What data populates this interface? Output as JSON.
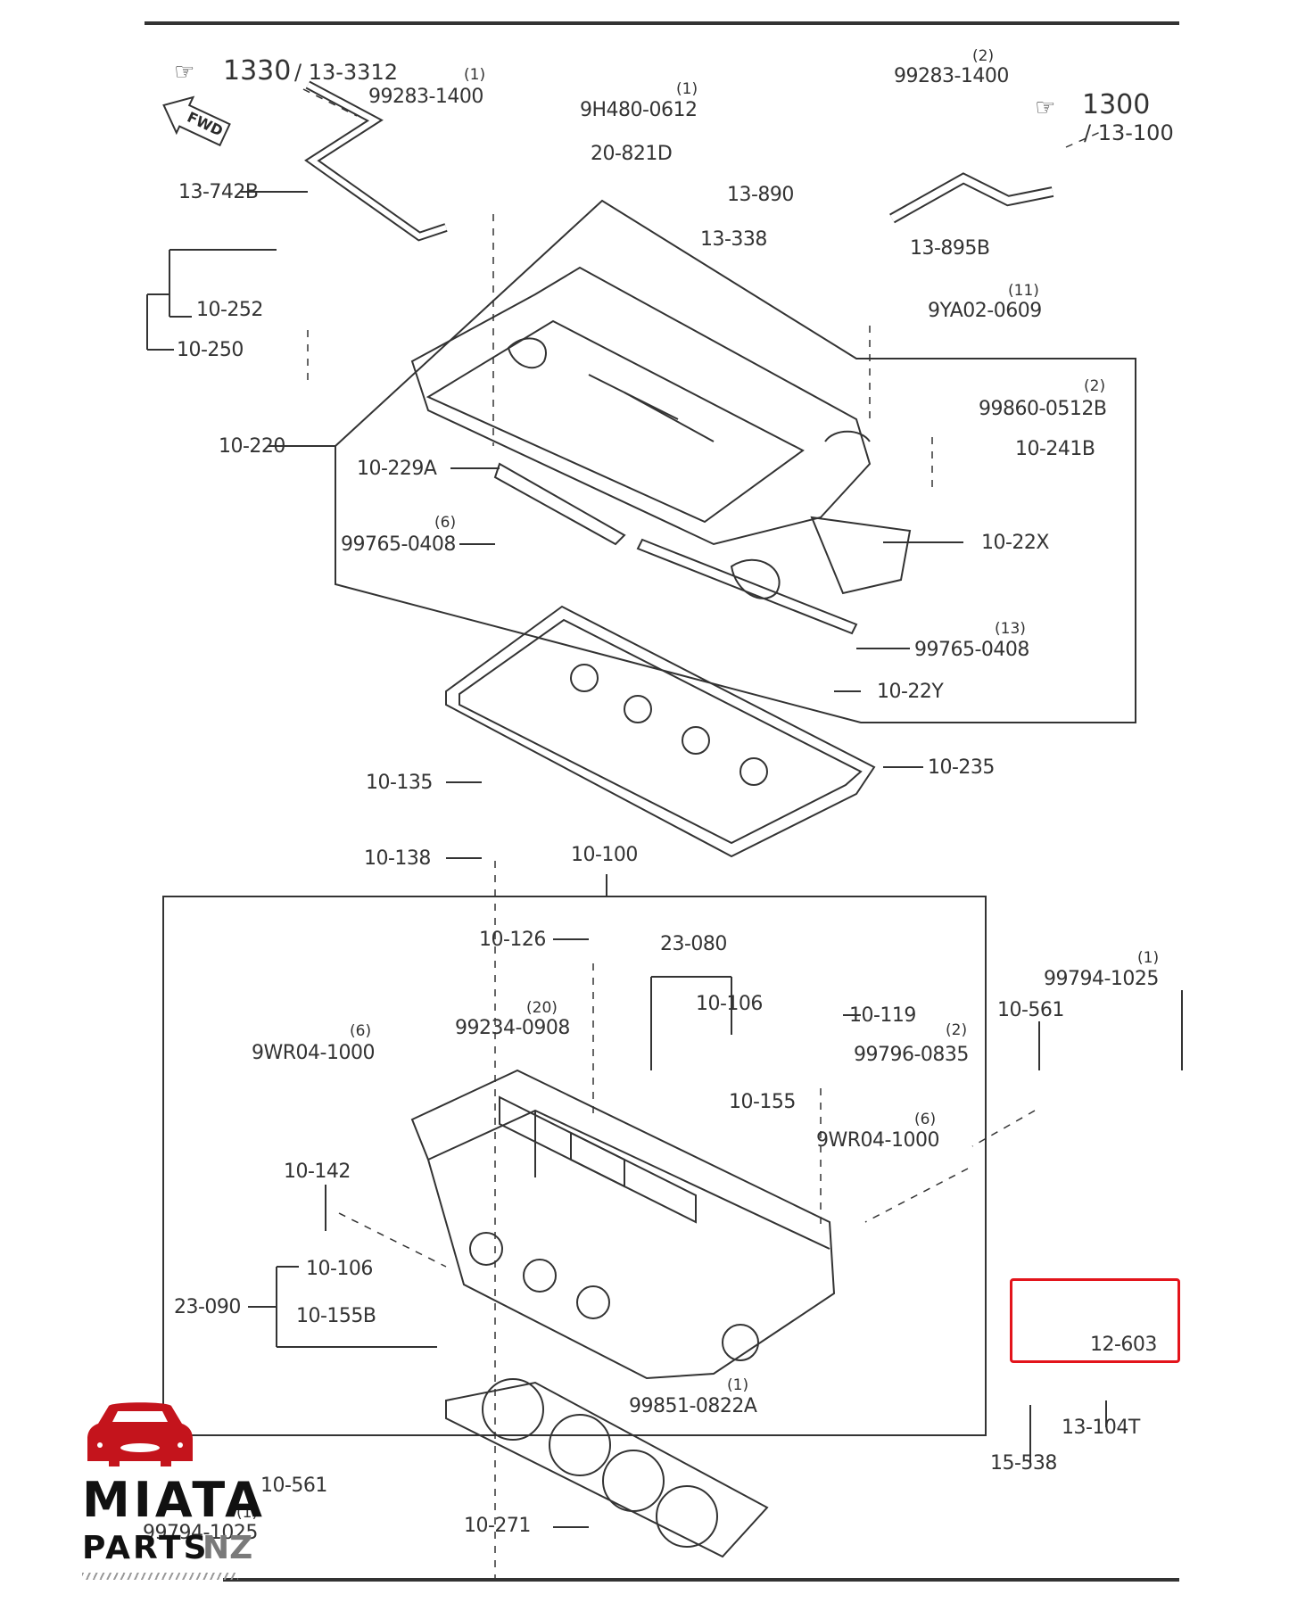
{
  "diagram": {
    "title": "Cylinder Head / Cylinder Head Cover exploded parts diagram",
    "highlight_color": "#e3141b",
    "highlighted_part": "12-603",
    "references": [
      {
        "id": "ref-1330",
        "icon": "pointing-hand-icon",
        "text": "1330",
        "sub": "/ 13-3312"
      },
      {
        "id": "ref-1300",
        "icon": "pointing-hand-icon",
        "text": "1300",
        "sub": "/ 13-100"
      }
    ],
    "fwd_label": "FWD",
    "parts": [
      {
        "id": "13-742B",
        "label": "13-742B"
      },
      {
        "id": "99283-1400-a",
        "label": "99283-1400",
        "qty": "(1)"
      },
      {
        "id": "9H480-0612",
        "label": "9H480-0612",
        "qty": "(1)"
      },
      {
        "id": "20-821D",
        "label": "20-821D"
      },
      {
        "id": "99283-1400-b",
        "label": "99283-1400",
        "qty": "(2)"
      },
      {
        "id": "13-890",
        "label": "13-890"
      },
      {
        "id": "13-338",
        "label": "13-338"
      },
      {
        "id": "13-895B",
        "label": "13-895B"
      },
      {
        "id": "9YA02-0609",
        "label": "9YA02-0609",
        "qty": "(11)"
      },
      {
        "id": "10-252",
        "label": "10-252"
      },
      {
        "id": "10-250",
        "label": "10-250"
      },
      {
        "id": "10-220",
        "label": "10-220"
      },
      {
        "id": "99860-0512B",
        "label": "99860-0512B",
        "qty": "(2)"
      },
      {
        "id": "10-241B",
        "label": "10-241B"
      },
      {
        "id": "10-229A",
        "label": "10-229A"
      },
      {
        "id": "99765-0408-a",
        "label": "99765-0408",
        "qty": "(6)"
      },
      {
        "id": "10-22X",
        "label": "10-22X"
      },
      {
        "id": "99765-0408-b",
        "label": "99765-0408",
        "qty": "(13)"
      },
      {
        "id": "10-22Y",
        "label": "10-22Y"
      },
      {
        "id": "10-235",
        "label": "10-235"
      },
      {
        "id": "10-135",
        "label": "10-135"
      },
      {
        "id": "10-138",
        "label": "10-138"
      },
      {
        "id": "10-100",
        "label": "10-100"
      },
      {
        "id": "10-126",
        "label": "10-126"
      },
      {
        "id": "23-080",
        "label": "23-080"
      },
      {
        "id": "10-106-a",
        "label": "10-106"
      },
      {
        "id": "10-119",
        "label": "10-119"
      },
      {
        "id": "99234-0908",
        "label": "99234-0908",
        "qty": "(20)"
      },
      {
        "id": "9WR04-1000-a",
        "label": "9WR04-1000",
        "qty": "(6)"
      },
      {
        "id": "99796-0835",
        "label": "99796-0835",
        "qty": "(2)"
      },
      {
        "id": "10-155",
        "label": "10-155"
      },
      {
        "id": "9WR04-1000-b",
        "label": "9WR04-1000",
        "qty": "(6)"
      },
      {
        "id": "10-561-a",
        "label": "10-561"
      },
      {
        "id": "99794-1025-a",
        "label": "99794-1025",
        "qty": "(1)"
      },
      {
        "id": "10-142",
        "label": "10-142"
      },
      {
        "id": "10-106-b",
        "label": "10-106"
      },
      {
        "id": "23-090",
        "label": "23-090"
      },
      {
        "id": "10-155B",
        "label": "10-155B"
      },
      {
        "id": "12-603",
        "label": "12-603"
      },
      {
        "id": "13-104T",
        "label": "13-104T"
      },
      {
        "id": "15-538",
        "label": "15-538"
      },
      {
        "id": "99851-0822A",
        "label": "99851-0822A",
        "qty": "(1)"
      },
      {
        "id": "10-561-b",
        "label": "10-561"
      },
      {
        "id": "99794-1025-b",
        "label": "99794-1025",
        "qty": "(1)"
      },
      {
        "id": "10-271",
        "label": "10-271"
      }
    ]
  },
  "logo": {
    "brand_color": "#c4141c",
    "line1": "MIATA",
    "line2": "PARTS",
    "line3": "NZ"
  }
}
